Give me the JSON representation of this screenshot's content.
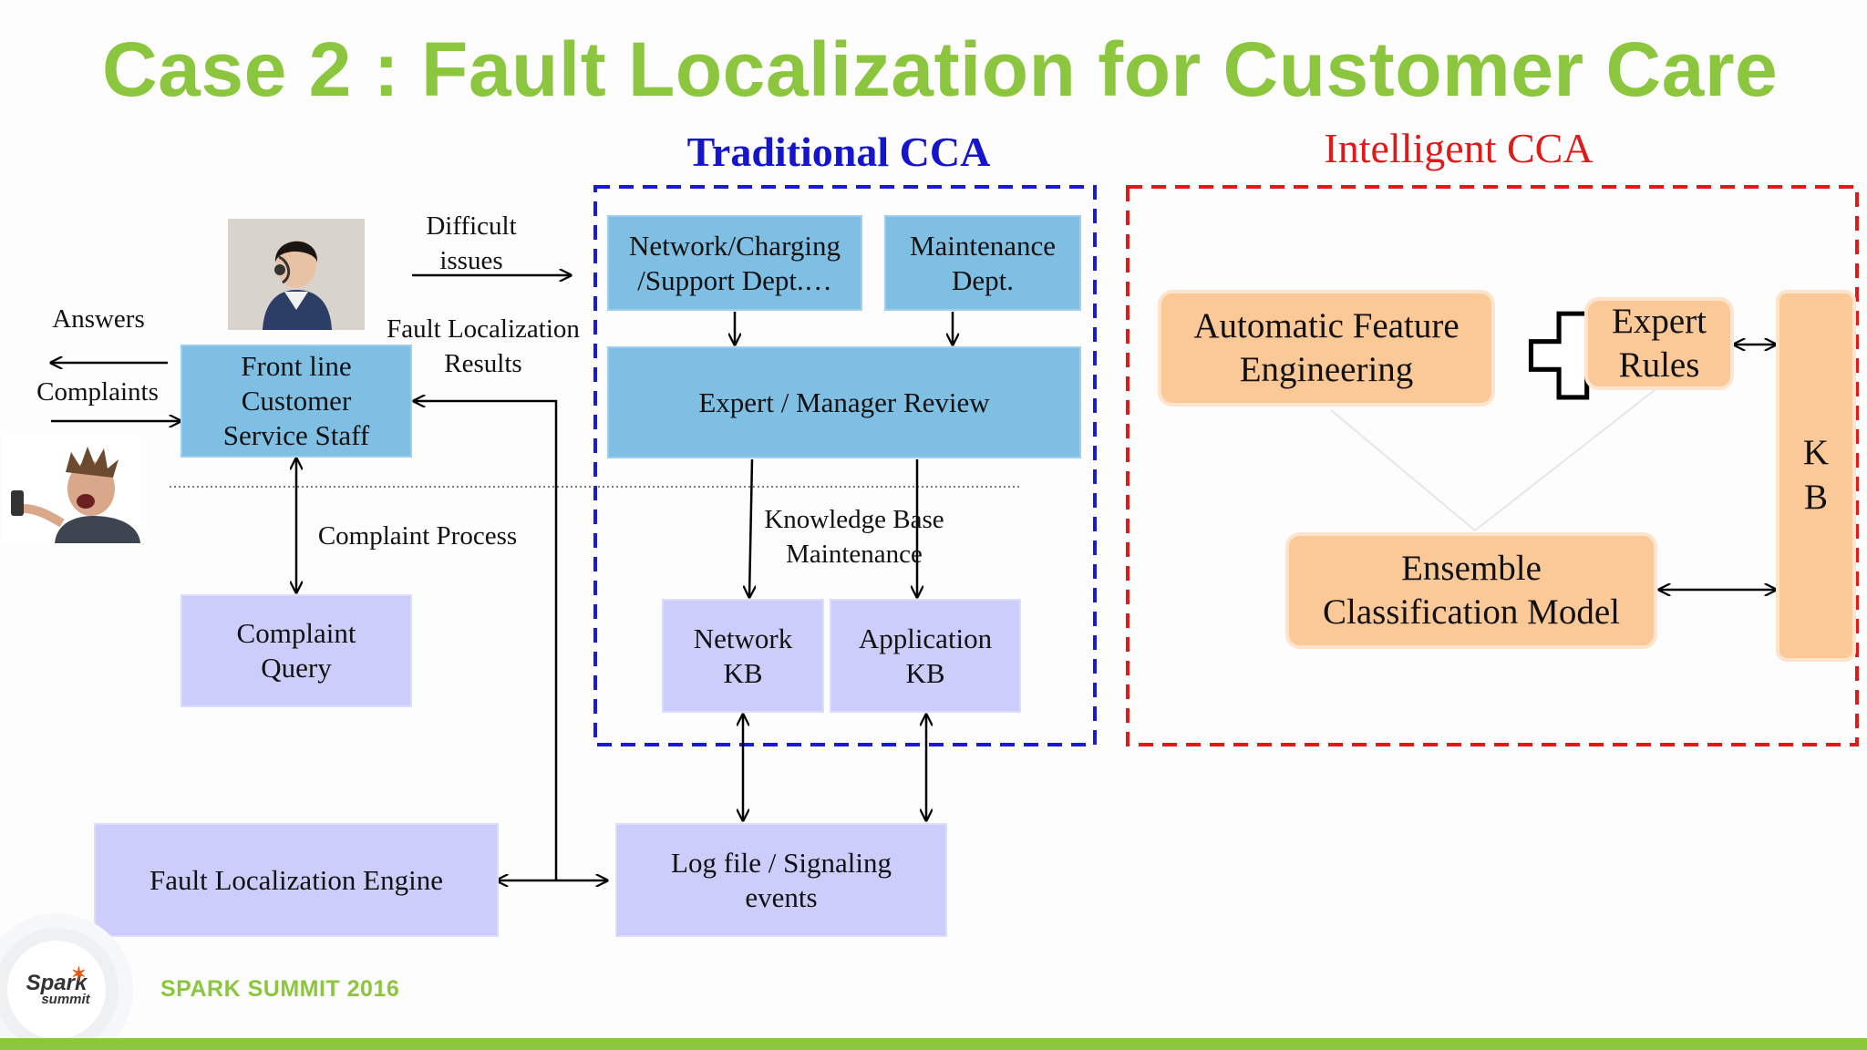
{
  "title": "Case 2 : Fault Localization for Customer Care",
  "traditional_header": "Traditional CCA",
  "intelligent_header": "Intelligent CCA",
  "labels": {
    "difficult_issues": "Difficult\nissues",
    "answers": "Answers",
    "complaints": "Complaints",
    "fault_localization_results": "Fault Localization\nResults",
    "complaint_process": "Complaint Process",
    "kb_maintenance": "Knowledge Base\nMaintenance"
  },
  "boxes": {
    "network_charging": "Network/Charging\n/Support Dept.…",
    "maintenance": "Maintenance\nDept.",
    "expert_review": "Expert / Manager Review",
    "front_line": "Front line\nCustomer\nService Staff",
    "complaint_query": "Complaint\nQuery",
    "network_kb": "Network\nKB",
    "application_kb": "Application\nKB",
    "fault_engine": "Fault Localization Engine",
    "log_file": "Log file / Signaling\nevents",
    "auto_feature": "Automatic Feature\nEngineering",
    "expert_rules": "Expert\nRules",
    "ensemble": "Ensemble\nClassification Model",
    "kb": "K\nB"
  },
  "footer": {
    "brand": "SPARK SUMMIT 2016",
    "logo_line1": "Spark",
    "logo_line2": "summit"
  },
  "colors": {
    "title_green": "#8cc63f",
    "traditional_blue": "#1515cc",
    "intelligent_red": "#e01919",
    "box_blue": "#7fbfe3",
    "box_lavender": "#cdcdfb",
    "box_peach": "#fbc897"
  },
  "icons": {
    "plus": "plus-icon",
    "agent_photo": "customer-service-agent-photo",
    "angry_photo": "angry-customer-photo"
  }
}
